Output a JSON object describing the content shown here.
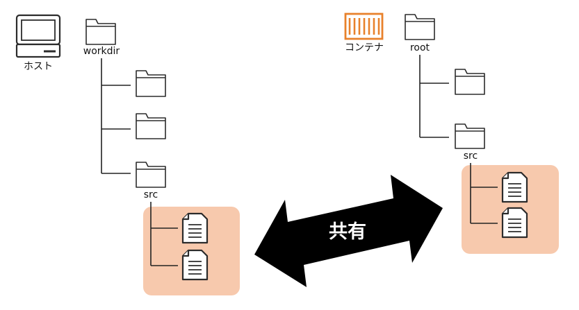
{
  "host": {
    "label": "ホスト",
    "icon": "computer-icon",
    "root_folder_label": "workdir",
    "shared_folder_label": "src"
  },
  "container": {
    "label": "コンテナ",
    "icon": "container-icon",
    "accent": "#e8812b",
    "root_folder_label": "root",
    "shared_folder_label": "src"
  },
  "shared": {
    "label": "共有",
    "highlight_color": "#f7c9ad",
    "arrow_color": "#000000"
  }
}
